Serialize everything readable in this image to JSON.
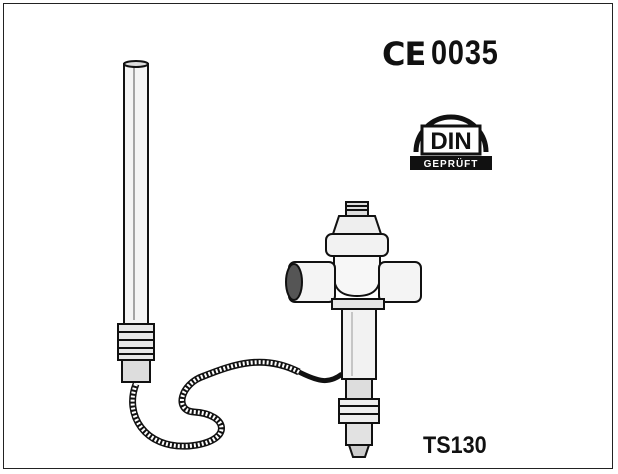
{
  "marks": {
    "ce_symbol": "CE",
    "notified_body": "0035",
    "din_logo_text": "DIN",
    "din_logo_subtext": "GEPRÜFT"
  },
  "product": {
    "model": "TS130"
  },
  "colors": {
    "line": "#111111",
    "background": "#ffffff"
  },
  "icons": [
    "ce-mark-icon",
    "din-geprueft-logo-icon",
    "thermostatic-valve-drawing"
  ]
}
